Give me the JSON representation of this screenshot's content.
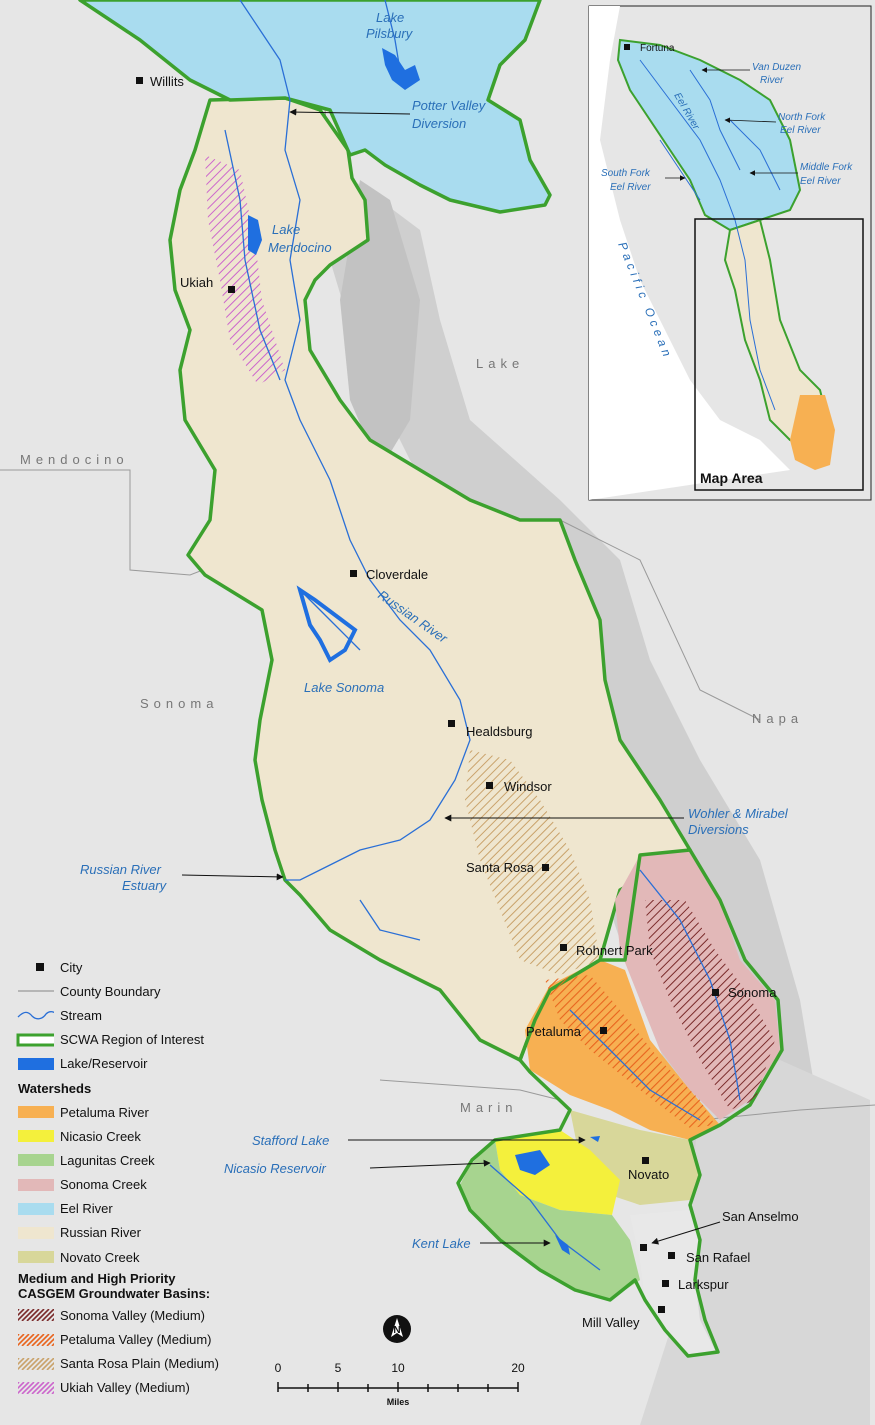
{
  "map": {
    "counties": [
      "Mendocino",
      "Lake",
      "Sonoma",
      "Napa",
      "Marin"
    ],
    "cities": [
      {
        "name": "Willits"
      },
      {
        "name": "Ukiah"
      },
      {
        "name": "Cloverdale"
      },
      {
        "name": "Healdsburg"
      },
      {
        "name": "Windsor"
      },
      {
        "name": "Santa Rosa"
      },
      {
        "name": "Rohnert Park"
      },
      {
        "name": "Sonoma"
      },
      {
        "name": "Petaluma"
      },
      {
        "name": "Novato"
      },
      {
        "name": "San Anselmo"
      },
      {
        "name": "San Rafael"
      },
      {
        "name": "Larkspur"
      },
      {
        "name": "Mill Valley"
      }
    ],
    "water_labels": {
      "lake_pilsbury_1": "Lake",
      "lake_pilsbury_2": "Pilsbury",
      "potter_valley_1": "Potter Valley",
      "potter_valley_2": "Diversion",
      "lake_mendocino_1": "Lake",
      "lake_mendocino_2": "Mendocino",
      "russian_river": "Russian River",
      "lake_sonoma": "Lake Sonoma",
      "wohler_1": "Wohler & Mirabel",
      "wohler_2": "Diversions",
      "estuary_1": "Russian River",
      "estuary_2": "Estuary",
      "stafford_lake": "Stafford Lake",
      "nicasio_reservoir": "Nicasio Reservoir",
      "kent_lake": "Kent Lake"
    }
  },
  "inset": {
    "title": "Map Area",
    "city": "Fortuna",
    "ocean": "Pacific Ocean",
    "labels": {
      "van_duzen_1": "Van Duzen",
      "van_duzen_2": "River",
      "eel_river": "Eel River",
      "north_fork_1": "North Fork",
      "north_fork_2": "Eel River",
      "south_fork_1": "South Fork",
      "south_fork_2": "Eel River",
      "middle_fork_1": "Middle Fork",
      "middle_fork_2": "Eel River"
    }
  },
  "legend": {
    "items": [
      {
        "label": "City",
        "symbol": "city"
      },
      {
        "label": "County Boundary",
        "symbol": "county"
      },
      {
        "label": "Stream",
        "symbol": "stream"
      },
      {
        "label": "SCWA Region of Interest",
        "symbol": "region"
      },
      {
        "label": "Lake/Reservoir",
        "symbol": "lake"
      }
    ],
    "watersheds_title": "Watersheds",
    "watersheds": [
      {
        "label": "Petaluma River",
        "color": "#f7b052"
      },
      {
        "label": "Nicasio Creek",
        "color": "#f4f03c"
      },
      {
        "label": "Lagunitas Creek",
        "color": "#a7d48f"
      },
      {
        "label": "Sonoma Creek",
        "color": "#e2b8b8"
      },
      {
        "label": "Eel River",
        "color": "#a9dcef"
      },
      {
        "label": "Russian River",
        "color": "#efe6cf"
      },
      {
        "label": "Novato Creek",
        "color": "#d8d79a"
      }
    ],
    "basins_title_1": "Medium and High Priority",
    "basins_title_2": "CASGEM Groundwater Basins:",
    "basins": [
      {
        "label": "Sonoma Valley (Medium)",
        "color": "#7a2a2a"
      },
      {
        "label": "Petaluma Valley (Medium)",
        "color": "#e8641e"
      },
      {
        "label": "Santa Rosa Plain (Medium)",
        "color": "#c9a26a"
      },
      {
        "label": "Ukiah Valley (Medium)",
        "color": "#cc66cc"
      }
    ]
  },
  "scale": {
    "ticks": [
      "0",
      "5",
      "10",
      "20"
    ],
    "tick_values": [
      0,
      5,
      10,
      20
    ],
    "unit": "Miles"
  },
  "north_label": "N",
  "colors": {
    "region_outline": "#3ca12e",
    "stream": "#2a6fd6",
    "lake": "#1f6fe0",
    "relief": "#e4e4e4",
    "dark_relief": "#b9b9b9"
  }
}
